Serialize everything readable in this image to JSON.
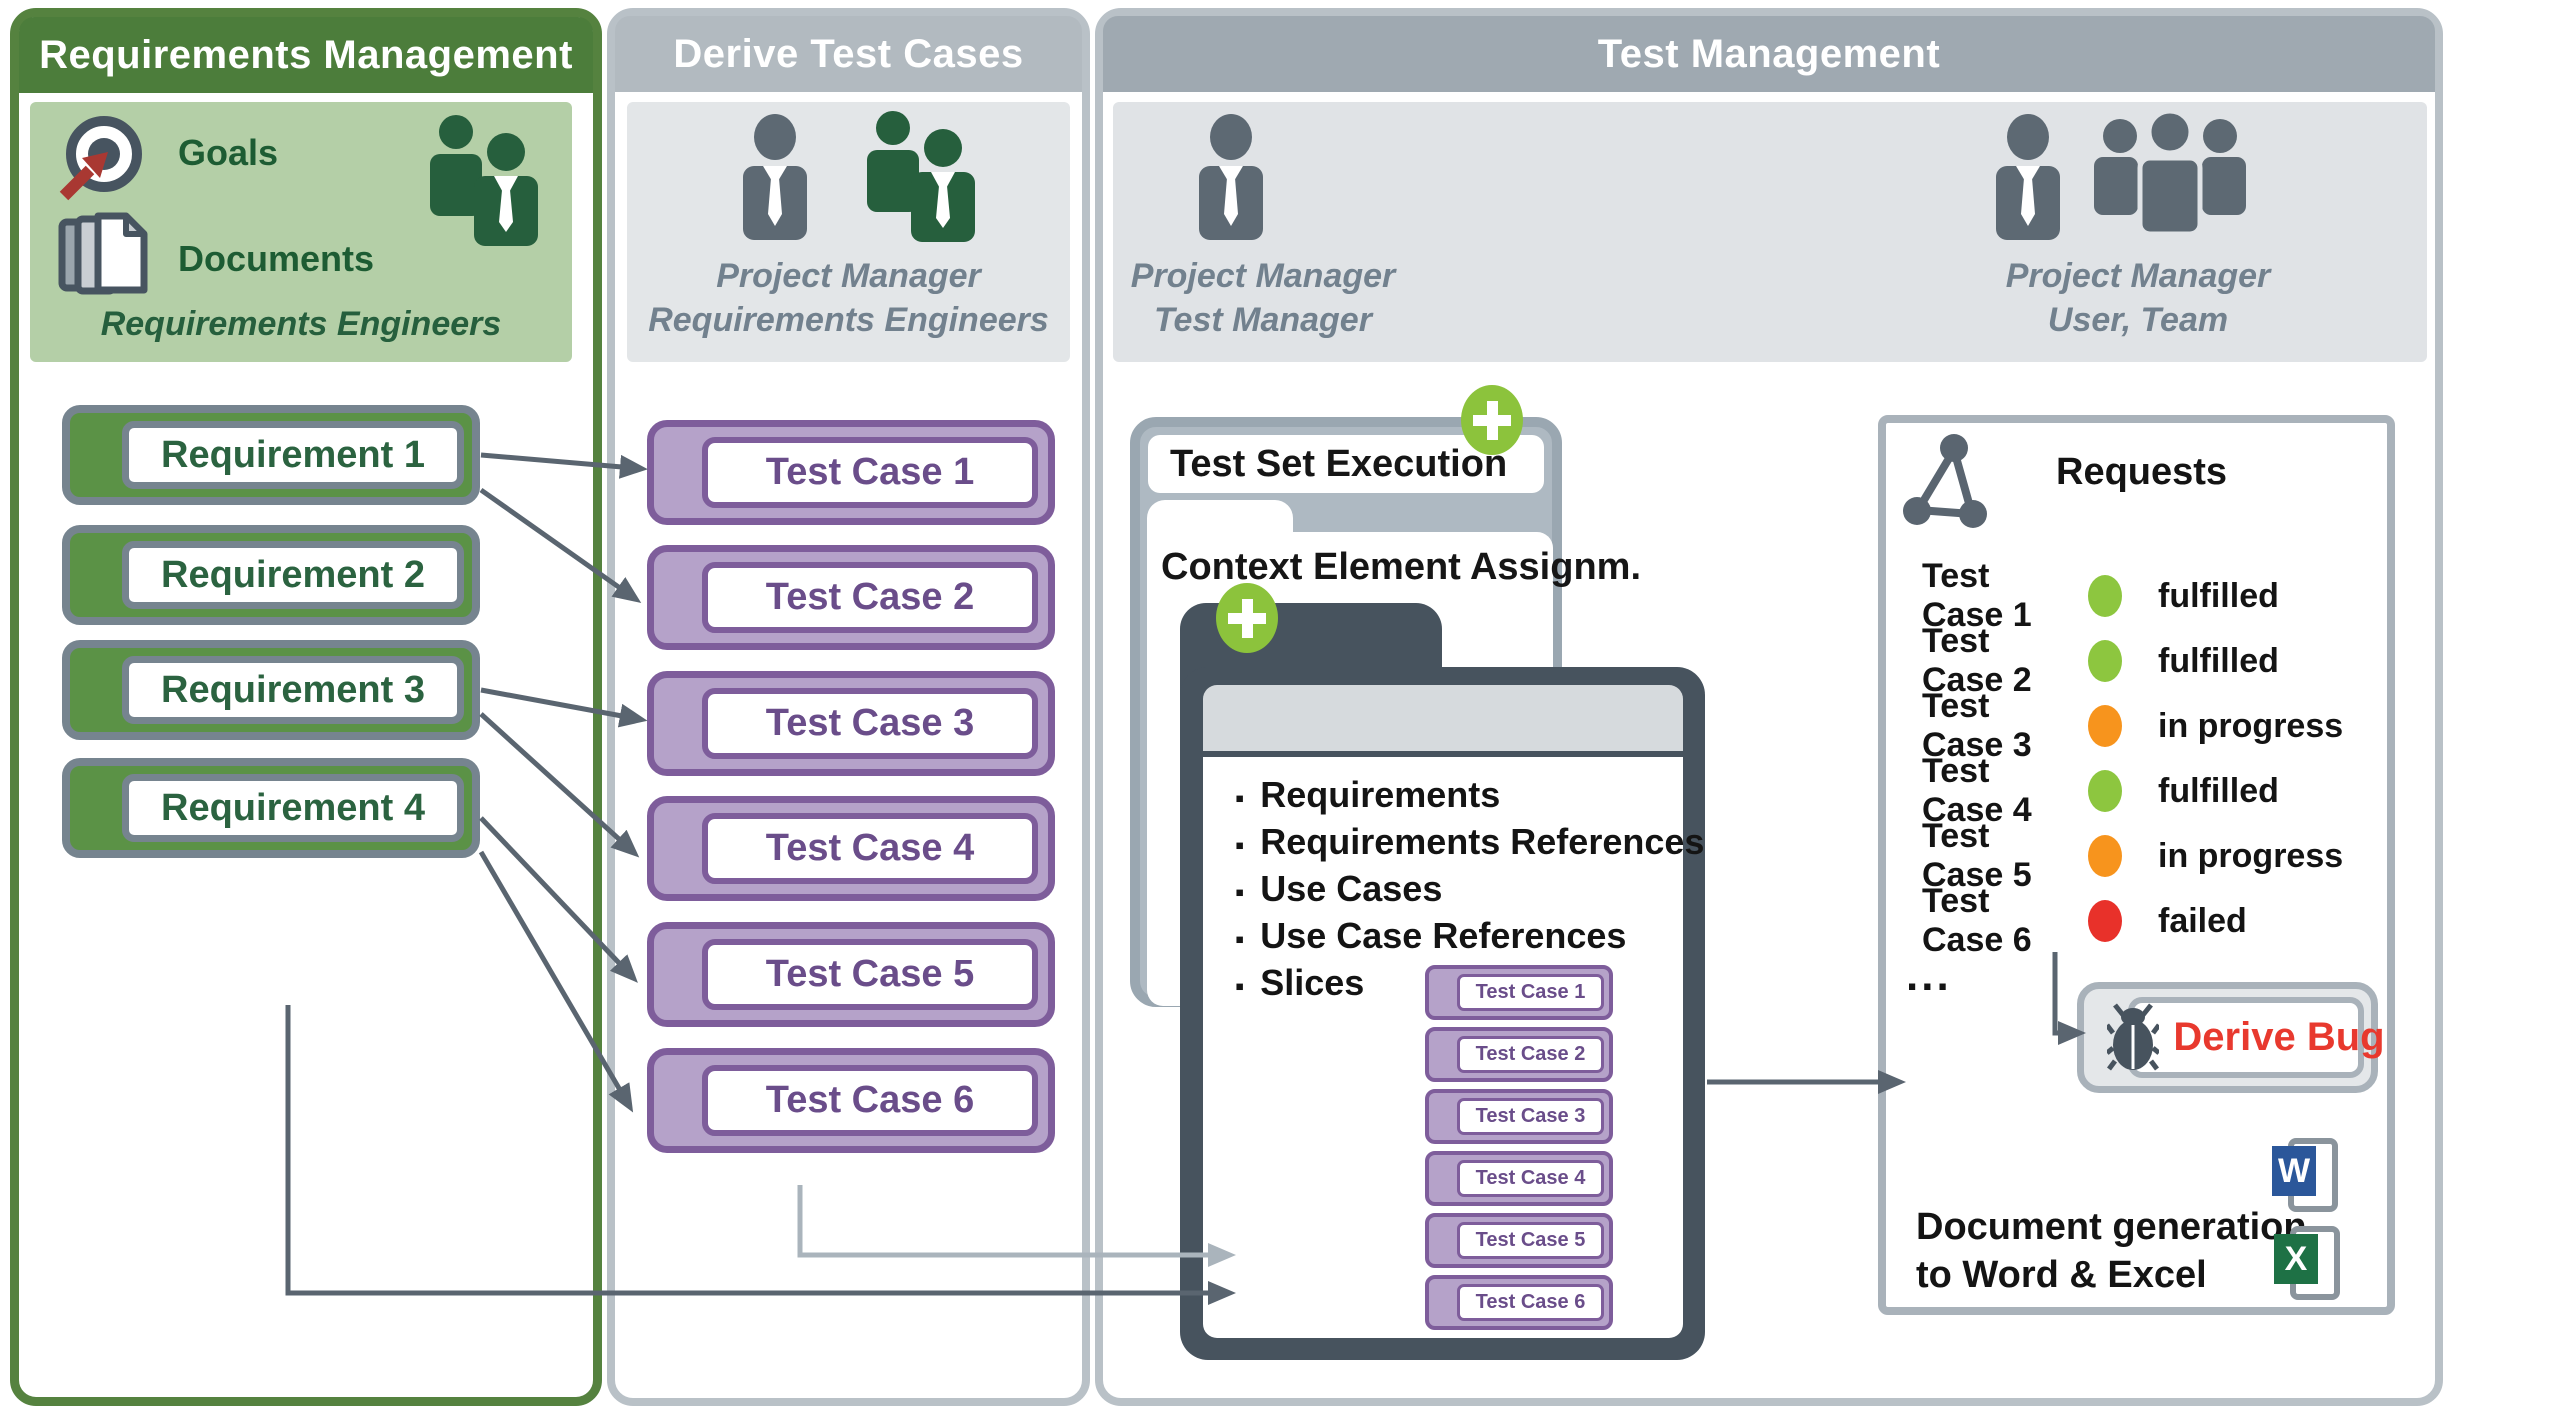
{
  "colors": {
    "accent_green": "#8cc33c",
    "panel1_header": "#4c7d3b",
    "panel2_header": "#b2bac0",
    "panel3_header": "#9fa9b1",
    "requirement_fill": "#5b9246",
    "test_case_fill": "#b5a2c9",
    "dark_window": "#47535e",
    "status_fulfilled": "#8dc63f",
    "status_in_progress": "#f7941d",
    "status_failed": "#e8312a",
    "derive_bug_red": "#e8392e",
    "word_blue": "#2b579a",
    "excel_green": "#1e7145"
  },
  "panel1": {
    "title": "Requirements Management",
    "goals_label": "Goals",
    "documents_label": "Documents",
    "role": "Requirements Engineers",
    "requirements": [
      {
        "label": "Requirement 1"
      },
      {
        "label": "Requirement 2"
      },
      {
        "label": "Requirement 3"
      },
      {
        "label": "Requirement 4"
      }
    ]
  },
  "panel2": {
    "title": "Derive Test Cases",
    "role_line1": "Project Manager",
    "role_line2": "Requirements Engineers",
    "test_cases": [
      {
        "label": "Test Case 1"
      },
      {
        "label": "Test Case 2"
      },
      {
        "label": "Test Case 3"
      },
      {
        "label": "Test Case 4"
      },
      {
        "label": "Test Case 5"
      },
      {
        "label": "Test Case 6"
      }
    ]
  },
  "panel3": {
    "title": "Test Management",
    "roles_left": {
      "line1": "Project Manager",
      "line2": "Test Manager"
    },
    "roles_right": {
      "line1": "Project Manager",
      "line2": "User, Team"
    },
    "tse_window": {
      "title": "Test Set Execution"
    },
    "context_window": {
      "title": "Context Element Assignm."
    },
    "dark_window": {
      "bullets": [
        "Requirements",
        "Requirements References",
        "Use Cases",
        "Use Case References",
        "Slices"
      ],
      "test_cases": [
        "Test Case 1",
        "Test Case 2",
        "Test Case 3",
        "Test Case 4",
        "Test Case 5",
        "Test Case 6"
      ]
    },
    "requests": {
      "title": "Requests",
      "rows": [
        {
          "label": "Test Case 1",
          "status": "fulfilled",
          "color": "#8dc63f"
        },
        {
          "label": "Test Case 2",
          "status": "fulfilled",
          "color": "#8dc63f"
        },
        {
          "label": "Test Case 3",
          "status": "in progress",
          "color": "#f7941d"
        },
        {
          "label": "Test Case 4",
          "status": "fulfilled",
          "color": "#8dc63f"
        },
        {
          "label": "Test Case 5",
          "status": "in progress",
          "color": "#f7941d"
        },
        {
          "label": "Test Case 6",
          "status": "failed",
          "color": "#e8312a"
        }
      ],
      "ellipsis": "...",
      "derive_bug_label": "Derive Bug",
      "docgen_line1": "Document generation",
      "docgen_line2": "to Word & Excel",
      "word_letter": "W",
      "excel_letter": "X"
    }
  }
}
